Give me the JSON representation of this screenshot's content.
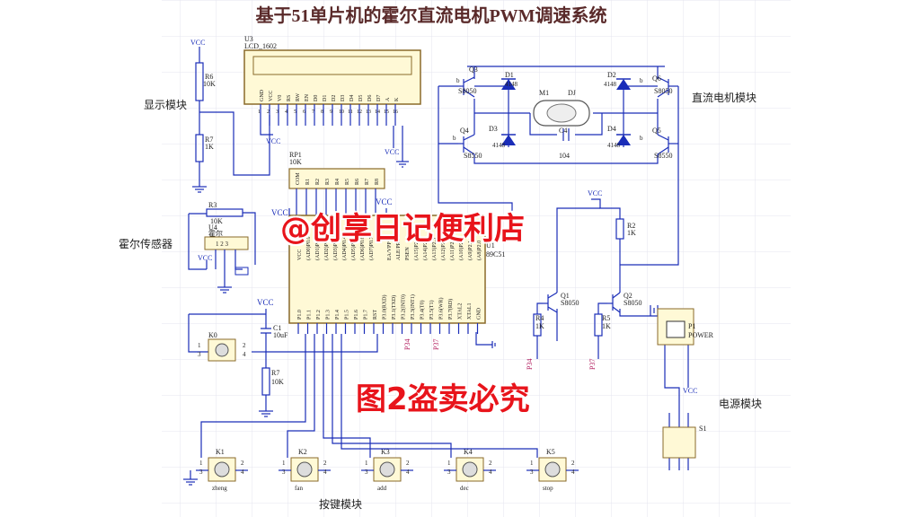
{
  "title": "基于51单片机的霍尔直流电机PWM调速系统",
  "watermark_top": "@创享日记便利店",
  "watermark_bottom": "图2盗卖必究",
  "sections": {
    "display": "显示模块",
    "hall": "霍尔传感器",
    "motor": "直流电机模块",
    "power": "电源模块",
    "keys": "按键模块"
  },
  "lcd": {
    "ref": "U3",
    "name": "LCD_1602",
    "pins": [
      "GND",
      "VCC",
      "V0",
      "RS",
      "RW",
      "EN",
      "D0",
      "D1",
      "D2",
      "D3",
      "D4",
      "D5",
      "D6",
      "D7",
      "A",
      "K"
    ],
    "nums": [
      "1",
      "2",
      "3",
      "4",
      "5",
      "6",
      "7",
      "8",
      "9",
      "10",
      "11",
      "12",
      "13",
      "14",
      "15",
      "16"
    ]
  },
  "mcu": {
    "ref": "U1",
    "name": "89C51",
    "left_top": [
      "VCC",
      "(AD0)P0.0",
      "(AD1)P0.1",
      "(AD2)P0.2",
      "(AD3)P0.3",
      "(AD4)P0.4",
      "(AD5)P0.5",
      "(AD6)P0.6",
      "(AD7)P0.7"
    ],
    "right_top": [
      "EA/VPP",
      "ALE/PROG",
      "PSEN",
      "(A15)P2.7",
      "(A14)P2.6",
      "(A13)P2.5",
      "(A12)P2.4",
      "(A11)P2.3",
      "(A10)P2.2",
      "(A9)P2.1",
      "(A8)P2.0"
    ],
    "bottom": [
      "P1.0",
      "P1.1",
      "P1.2",
      "P1.3",
      "P1.4",
      "P1.5",
      "P1.6",
      "P1.7",
      "RST",
      "P3.0(RXD)",
      "P3.1(TXD)",
      "P3.2(INT0)",
      "P3.3(INT1)",
      "P3.4(T0)",
      "P3.5(T1)",
      "P3.6(WR)",
      "P3.7(RD)",
      "XTAL2",
      "XTAL1",
      "GND"
    ]
  },
  "labels": {
    "vcc": "VCC",
    "r6": "R6",
    "r6v": "10K",
    "r7a": "R7",
    "r7av": "1K",
    "r3": "R3",
    "r3v": "10K",
    "u4": "U4",
    "u4n": "霍尔",
    "u4pins": "1 2 3",
    "rp1": "RP1",
    "rp1v": "10K",
    "rp1pins": [
      "COM",
      "R1",
      "R2",
      "R3",
      "R4",
      "R5",
      "R6",
      "R7",
      "R8"
    ],
    "c1": "C1",
    "c1v": "10uF",
    "k0": "K0",
    "r7b": "R7",
    "r7bv": "10K",
    "q3": "Q3",
    "q3t": "S8050",
    "q4": "Q4",
    "q4t": "S8550",
    "q5": "Q5",
    "q5t": "S8550",
    "q6": "Q6",
    "q6t": "S8050",
    "d1": "D1",
    "d1v": "4148",
    "d2": "D2",
    "d2v": "4148",
    "d3": "D3",
    "d3v": "4148",
    "d4": "D4",
    "d4v": "4148",
    "m1": "M1",
    "dj": "DJ",
    "c4": "C4",
    "c4v": "104",
    "r2": "R2",
    "r2v": "1K",
    "q1": "Q1",
    "q1t": "S8050",
    "q2": "Q2",
    "q2t": "S8050",
    "r4": "R4",
    "r4v": "1K",
    "r5": "R5",
    "r5v": "1K",
    "p1": "P1",
    "p1t": "POWER",
    "s1": "S1",
    "p34": "P34",
    "p37": "P37",
    "b": "b",
    "n1": "1",
    "n2": "2",
    "n3": "3",
    "n4": "4"
  },
  "keys": [
    {
      "ref": "K1",
      "name": "zheng"
    },
    {
      "ref": "K2",
      "name": "fan"
    },
    {
      "ref": "K3",
      "name": "add"
    },
    {
      "ref": "K4",
      "name": "dec"
    },
    {
      "ref": "K5",
      "name": "stop"
    }
  ],
  "colors": {
    "wire": "#1a2db8",
    "component": "#1a2db8",
    "label": "#222222",
    "watermark": "#e8141b",
    "grid": "#d8d8ec",
    "lcd_fill": "#fff9d6"
  }
}
